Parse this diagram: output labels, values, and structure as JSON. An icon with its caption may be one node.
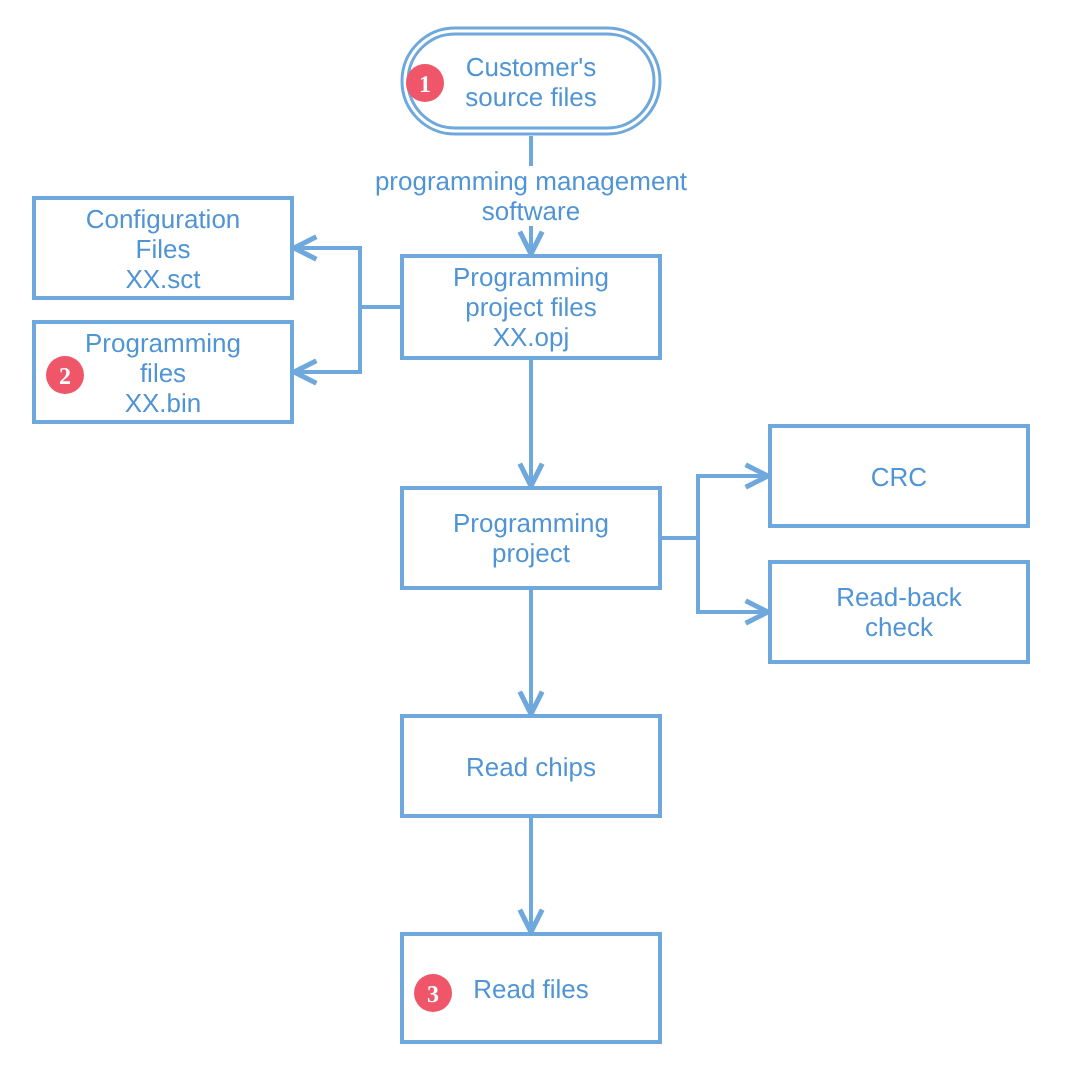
{
  "diagram": {
    "nodes": [
      {
        "text": [
          "Customer's source files"
        ]
      },
      {
        "text": [
          "1"
        ],
        "in": 0
      },
      {
        "text": [
          "Configuration Files",
          "XX.sct"
        ]
      },
      {
        "text": [
          "Programming project files",
          "XX.opj"
        ]
      },
      {
        "text": [
          "Programming files",
          "XX.bin"
        ]
      },
      {
        "text": [
          "2"
        ],
        "in": 4
      },
      {
        "text": [
          "Programming project"
        ]
      },
      {
        "text": [
          "CRC"
        ]
      },
      {
        "text": [
          "Read-back check"
        ]
      },
      {
        "text": [
          "Read chips"
        ]
      },
      {
        "text": [
          "Read files"
        ]
      },
      {
        "text": [
          "3"
        ],
        "in": 10
      }
    ],
    "edges": [
      {
        "from": 0,
        "to": 3,
        "arrow": "to",
        "label": "programming management software"
      },
      {
        "from": 3,
        "to": 2,
        "arrow": "to"
      },
      {
        "from": 3,
        "to": 4,
        "arrow": "to"
      },
      {
        "from": 3,
        "to": 6,
        "arrow": "to"
      },
      {
        "from": 6,
        "to": 7,
        "arrow": "to"
      },
      {
        "from": 6,
        "to": 8,
        "arrow": "to"
      },
      {
        "from": 6,
        "to": 9,
        "arrow": "to"
      },
      {
        "from": 9,
        "to": 10,
        "arrow": "to"
      }
    ]
  }
}
